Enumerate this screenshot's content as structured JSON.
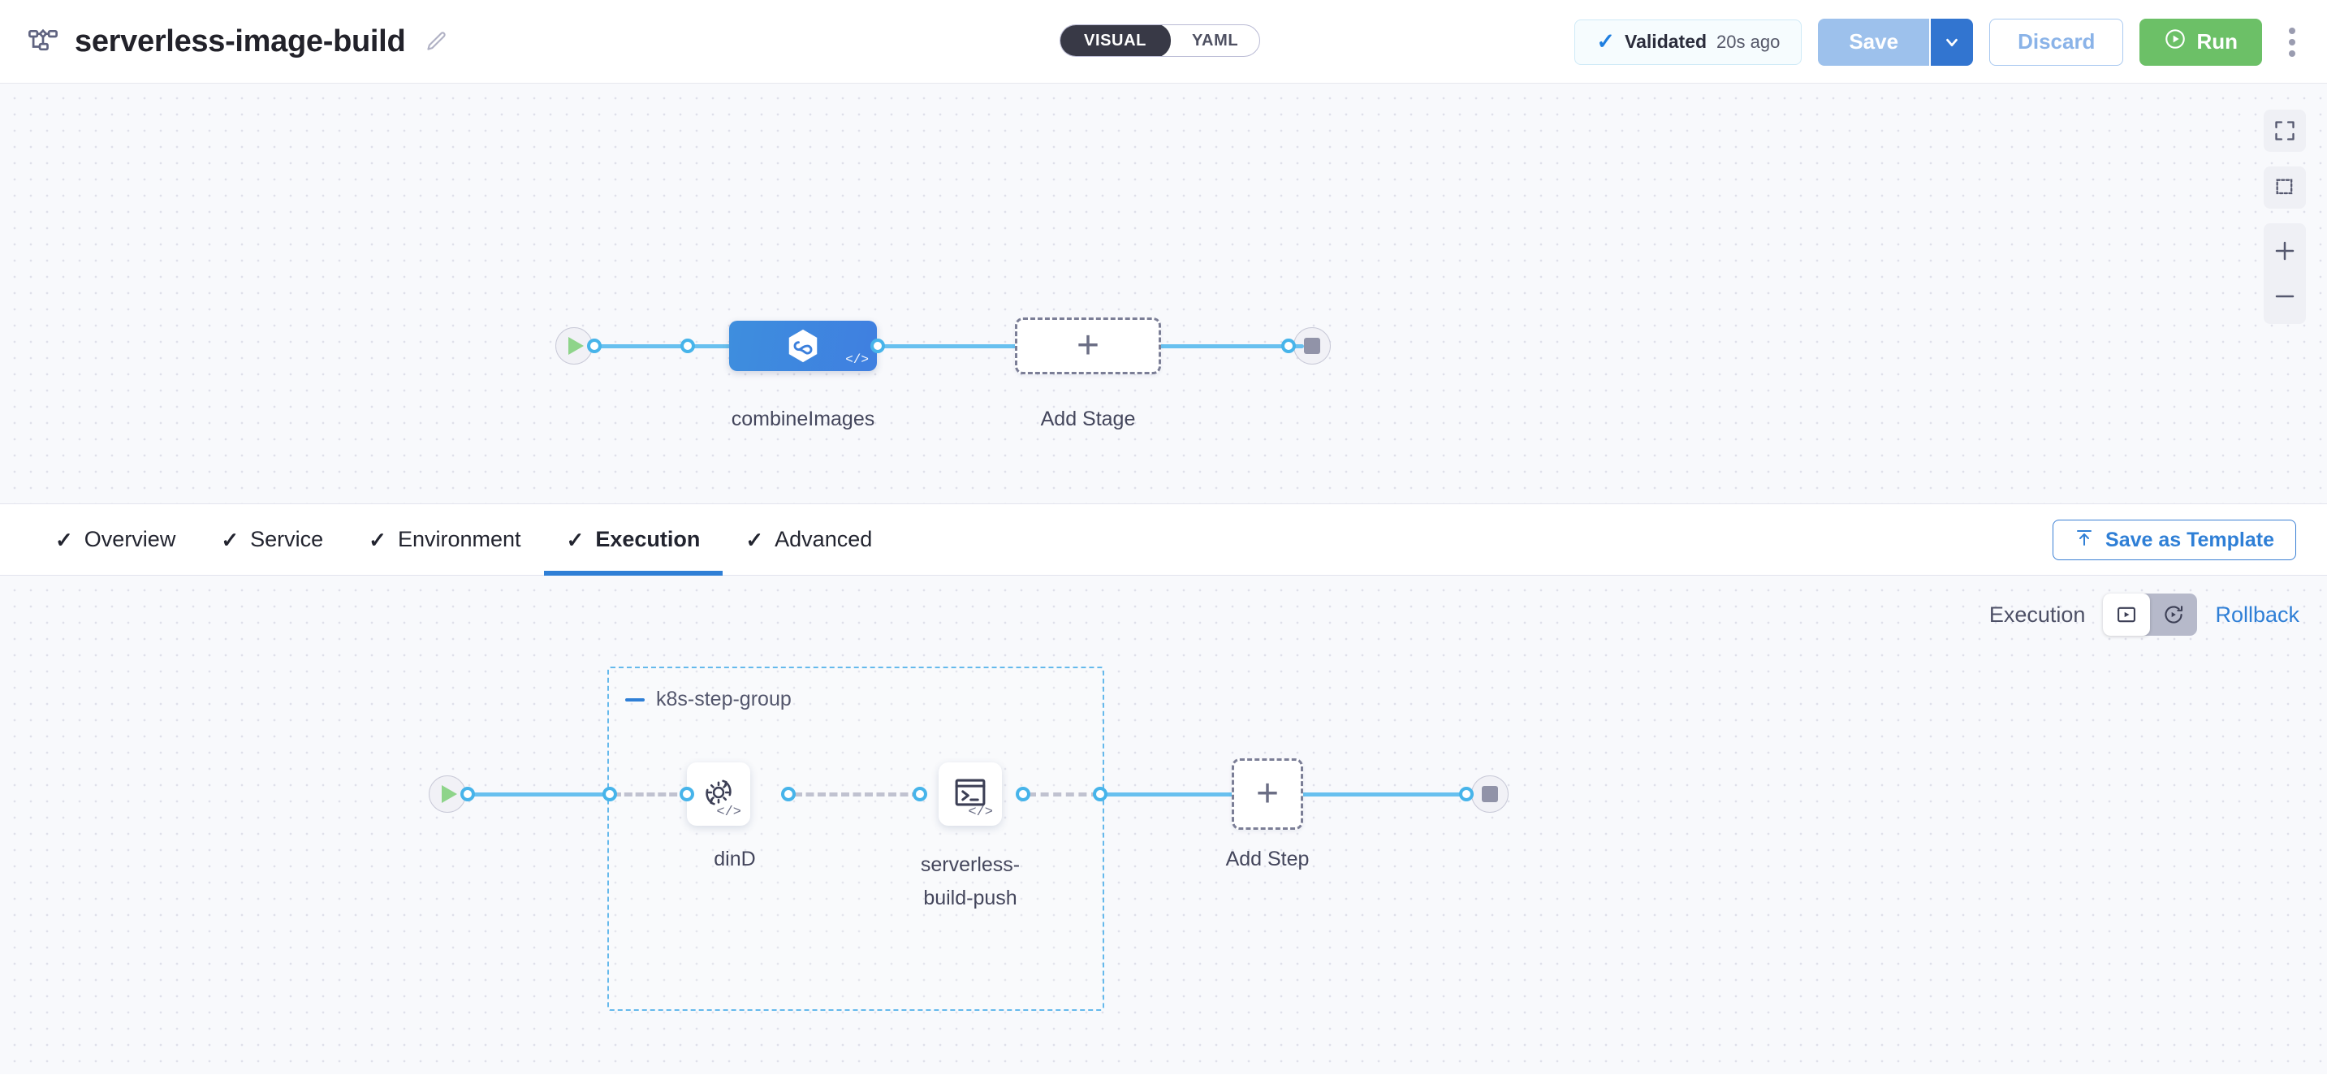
{
  "header": {
    "pipeline_icon": "pipeline-icon",
    "title": "serverless-image-build",
    "edit_icon": "pencil-icon",
    "mode_toggle": {
      "visual": "VISUAL",
      "yaml": "YAML",
      "active": "VISUAL"
    },
    "validated": {
      "icon": "check-icon",
      "label": "Validated",
      "timestamp": "20s ago"
    },
    "save": {
      "label": "Save",
      "caret_icon": "chevron-down-icon"
    },
    "discard": {
      "label": "Discard"
    },
    "run": {
      "label": "Run",
      "icon": "play-circle-icon"
    },
    "kebab": "more-options-icon"
  },
  "stage_canvas": {
    "start_node": "start-icon",
    "end_node": "stop-icon",
    "stage": {
      "name": "combineImages",
      "icon": "hexagon-infinity-icon",
      "code_badge": "</>"
    },
    "add_stage": {
      "label": "Add Stage",
      "plus": "+"
    },
    "controls": [
      {
        "name": "fit-to-screen",
        "icon": "fullscreen-icon"
      },
      {
        "name": "selection-tool",
        "icon": "marquee-select-icon"
      },
      {
        "name": "zoom-in",
        "icon": "plus-icon"
      },
      {
        "name": "zoom-out",
        "icon": "minus-icon"
      }
    ]
  },
  "tabs": [
    {
      "label": "Overview",
      "checked": true,
      "active": false
    },
    {
      "label": "Service",
      "checked": true,
      "active": false
    },
    {
      "label": "Environment",
      "checked": true,
      "active": false
    },
    {
      "label": "Execution",
      "checked": true,
      "active": true
    },
    {
      "label": "Advanced",
      "checked": true,
      "active": false
    }
  ],
  "save_as_template": {
    "label": "Save as Template",
    "icon": "template-upload-icon"
  },
  "execution": {
    "label": "Execution",
    "toggle": [
      {
        "name": "execution-view",
        "icon": "play-square-icon",
        "active": true
      },
      {
        "name": "rollback-view",
        "icon": "rollback-arrow-icon",
        "active": false
      }
    ],
    "rollback_link": "Rollback"
  },
  "step_canvas": {
    "start_node": "start-icon",
    "end_node": "stop-icon",
    "step_group": {
      "title": "k8s-step-group",
      "collapse_icon": "collapse-dash-icon",
      "steps": [
        {
          "name": "dinD",
          "icon": "gear-rotate-icon",
          "code_badge": "</>"
        },
        {
          "name": "serverless-build-push",
          "name_line1": "serverless-",
          "name_line2": "build-push",
          "icon": "terminal-icon",
          "code_badge": "</>"
        }
      ]
    },
    "add_step": {
      "label": "Add Step",
      "plus": "+"
    }
  }
}
